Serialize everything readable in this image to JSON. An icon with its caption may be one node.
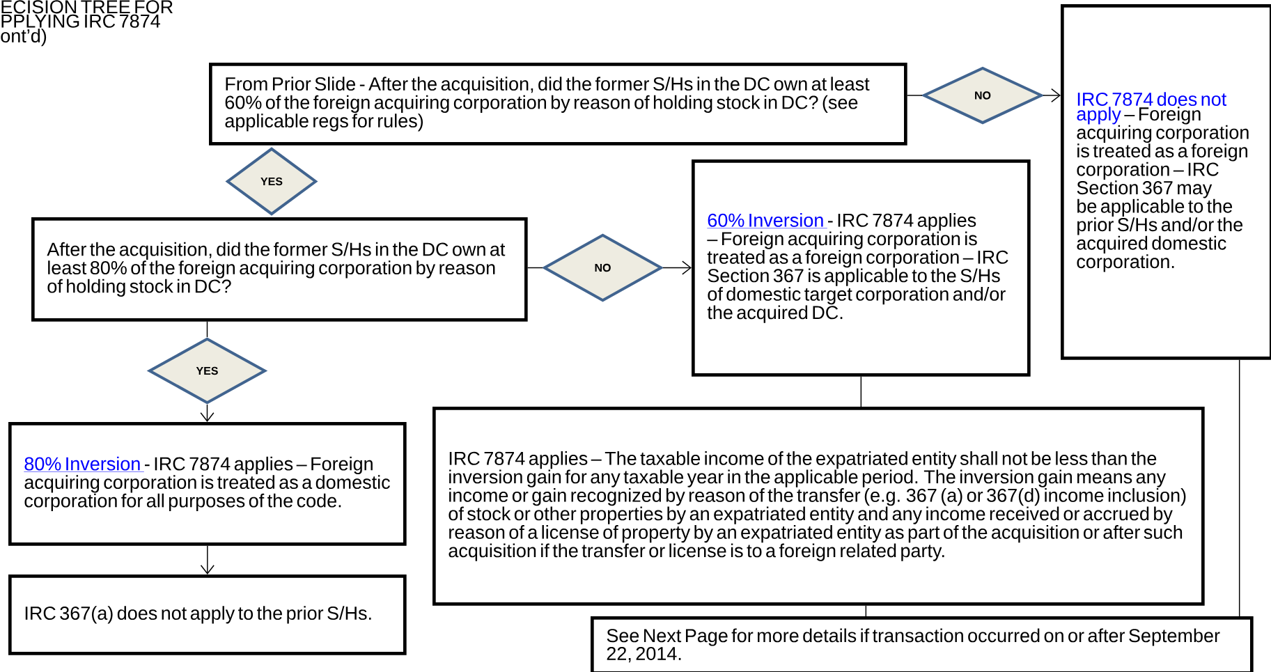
{
  "diagram": {
    "title": "ECISION TREE FOR PPLYING IRC 7874 ont’d)",
    "nodes": [
      {
        "text": [
          "From Prior Slide - After the acquisition, did the former S/Hs in the DC own at least 60% of the foreign acquiring corporation by reason of holding stock in DC? (see applicable regs for rules)"
        ]
      },
      {
        "text": [
          "NO"
        ]
      },
      {
        "text": [
          "IRC 7874 does not apply",
          "– Foreign acquiring corporation is treated as a foreign corporation – IRC Section 367 may be applicable to the prior S/Hs and/or the acquired domestic corporation."
        ]
      },
      {
        "text": [
          "YES"
        ]
      },
      {
        "text": [
          "After the acquisition, did the former S/Hs in the DC own at least 80% of the foreign acquiring corporation by reason of holding stock in DC?"
        ]
      },
      {
        "text": [
          "NO"
        ]
      },
      {
        "text": [
          "60% Inversion",
          "- IRC 7874 applies – Foreign acquiring corporation is treated as a foreign corporation – IRC Section 367 is applicable to the S/Hs of domestic target corporation and/or the acquired DC."
        ]
      },
      {
        "text": [
          "YES"
        ]
      },
      {
        "text": [
          "80% Inversion",
          "- IRC 7874 applies – Foreign acquiring corporation is treated as a domestic corporation for all purposes of the code."
        ]
      },
      {
        "text": [
          "IRC 367(a) does not apply to the prior S/Hs."
        ]
      },
      {
        "text": [
          "IRC 7874 applies – The taxable income of the expatriated entity shall not be less than the inversion gain for any taxable year in the applicable period. The inversion gain means any income or gain recognized by reason of the transfer (e.g. 367 (a) or 367(d) income inclusion) of stock or other properties by an expatriated entity and any income received or accrued by reason of a license of property by an expatriated entity as part of the acquisition or after such acquisition if the transfer or license is to a foreign related party."
        ]
      },
      {
        "text": [
          "See Next Page for more details if transaction occurred on or after September 22, 2014."
        ]
      }
    ],
    "edges": [
      {
        "from": 0,
        "to": 1,
        "arrow": "none"
      },
      {
        "from": 1,
        "to": 2,
        "arrow": "to"
      },
      {
        "from": 4,
        "to": 7,
        "arrow": "none"
      },
      {
        "from": 7,
        "to": 8,
        "arrow": "to"
      },
      {
        "from": 4,
        "to": 5,
        "arrow": "none"
      },
      {
        "from": 5,
        "to": 6,
        "arrow": "to"
      },
      {
        "from": 8,
        "to": 9,
        "arrow": "to"
      },
      {
        "from": 6,
        "to": 10,
        "arrow": "none"
      },
      {
        "from": 10,
        "to": 11,
        "arrow": "none"
      },
      {
        "from": 2,
        "to": 11,
        "arrow": "none"
      }
    ]
  }
}
